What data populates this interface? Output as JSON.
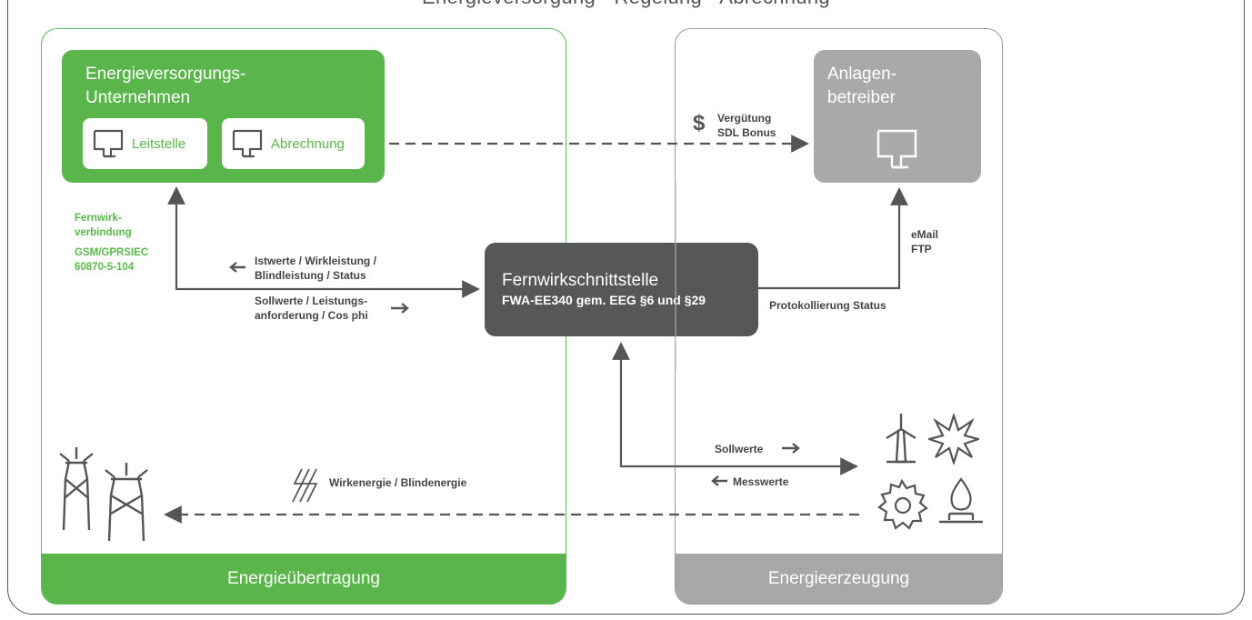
{
  "caption": "Energieversorgung · Regelung · Abrechnung",
  "zones": {
    "left_label": "Energieübertragung",
    "right_label": "Energieerzeugung"
  },
  "evu": {
    "title_line1": "Energieversorgungs-",
    "title_line2": "Unternehmen",
    "card1": "Leitstelle",
    "card2": "Abrechnung"
  },
  "operator": {
    "title_line1": "Anlagen-",
    "title_line2": "betreiber"
  },
  "interface": {
    "title": "Fernwirkschnittstelle",
    "subtitle": "FWA-EE340 gem. EEG §6 und §29"
  },
  "labels": {
    "payment_line1": "Vergütung",
    "payment_line2": "SDL Bonus",
    "email_line1": "eMail",
    "email_line2": "FTP",
    "fernwirk_line1": "Fernwirk-",
    "fernwirk_line2": "verbindung",
    "protocol_line1": "GSM/GPRSIEC",
    "protocol_line2": "60870-5-104",
    "istwerte_line1": "Istwerte / Wirkleistung /",
    "istwerte_line2": "Blindleistung / Status",
    "sollwerte_line1": "Sollwerte / Leistungs-",
    "sollwerte_line2": "anforderung / Cos phi",
    "logging": "Protokollierung Status",
    "sollwerte_gen": "Sollwerte",
    "messwerte": "Messwerte",
    "energy": "Wirkenergie / Blindenergie"
  },
  "colors": {
    "green": "#5ab54b",
    "gray": "#a9a9a9",
    "dark": "#555759",
    "line": "#555555"
  }
}
